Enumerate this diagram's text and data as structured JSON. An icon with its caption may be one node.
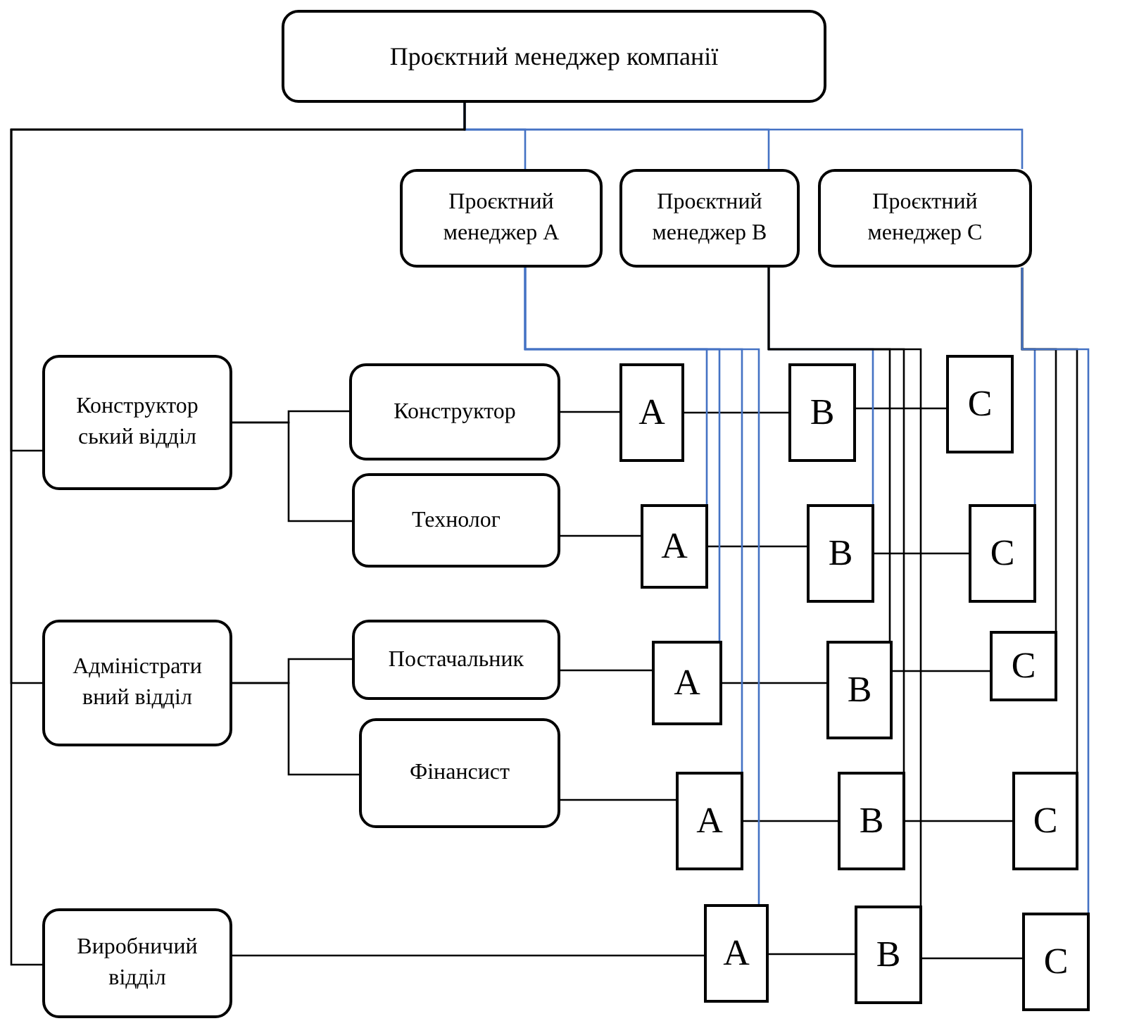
{
  "diagram": {
    "nodes": [
      {
        "text": [
          "Проєктний менеджер компанії"
        ]
      },
      {
        "text": [
          "Проєктний менеджер А"
        ]
      },
      {
        "text": [
          "Проєктний менеджер В"
        ]
      },
      {
        "text": [
          "Проєктний менеджер С"
        ]
      },
      {
        "text": [
          "Конструктор ський відділ"
        ]
      },
      {
        "text": [
          "Конструктор"
        ]
      },
      {
        "text": [
          "Технолог"
        ]
      },
      {
        "text": [
          "Адміністрати вний відділ"
        ]
      },
      {
        "text": [
          "Постачальник"
        ]
      },
      {
        "text": [
          "Фінансист"
        ]
      },
      {
        "text": [
          "Виробничий відділ"
        ]
      },
      {
        "text": [
          "A"
        ]
      },
      {
        "text": [
          "B"
        ]
      },
      {
        "text": [
          "C"
        ]
      },
      {
        "text": [
          "A"
        ]
      },
      {
        "text": [
          "B"
        ]
      },
      {
        "text": [
          "C"
        ]
      },
      {
        "text": [
          "A"
        ]
      },
      {
        "text": [
          "B"
        ]
      },
      {
        "text": [
          "C"
        ]
      },
      {
        "text": [
          "A"
        ]
      },
      {
        "text": [
          "B"
        ]
      },
      {
        "text": [
          "C"
        ]
      },
      {
        "text": [
          "A"
        ]
      },
      {
        "text": [
          "B"
        ]
      },
      {
        "text": [
          "C"
        ]
      }
    ],
    "edges": [
      {
        "from": 0,
        "to": 1,
        "arrow": "none",
        "color": "#4472c4"
      },
      {
        "from": 0,
        "to": 2,
        "arrow": "none",
        "color": "#4472c4"
      },
      {
        "from": 0,
        "to": 3,
        "arrow": "none",
        "color": "#4472c4"
      },
      {
        "from": 0,
        "to": 4,
        "arrow": "none"
      },
      {
        "from": 0,
        "to": 7,
        "arrow": "none"
      },
      {
        "from": 0,
        "to": 10,
        "arrow": "none"
      },
      {
        "from": 4,
        "to": 5,
        "arrow": "none"
      },
      {
        "from": 4,
        "to": 6,
        "arrow": "none"
      },
      {
        "from": 7,
        "to": 8,
        "arrow": "none"
      },
      {
        "from": 7,
        "to": 9,
        "arrow": "none"
      },
      {
        "from": 5,
        "to": 11,
        "arrow": "none"
      },
      {
        "from": 11,
        "to": 12,
        "arrow": "none"
      },
      {
        "from": 12,
        "to": 13,
        "arrow": "none"
      },
      {
        "from": 6,
        "to": 14,
        "arrow": "none"
      },
      {
        "from": 14,
        "to": 15,
        "arrow": "none"
      },
      {
        "from": 15,
        "to": 16,
        "arrow": "none"
      },
      {
        "from": 8,
        "to": 17,
        "arrow": "none"
      },
      {
        "from": 17,
        "to": 18,
        "arrow": "none"
      },
      {
        "from": 18,
        "to": 19,
        "arrow": "none"
      },
      {
        "from": 9,
        "to": 20,
        "arrow": "none"
      },
      {
        "from": 20,
        "to": 21,
        "arrow": "none"
      },
      {
        "from": 21,
        "to": 22,
        "arrow": "none"
      },
      {
        "from": 10,
        "to": 23,
        "arrow": "none"
      },
      {
        "from": 23,
        "to": 24,
        "arrow": "none"
      },
      {
        "from": 24,
        "to": 25,
        "arrow": "none"
      },
      {
        "from": 1,
        "to": 14,
        "arrow": "none",
        "color": "#4472c4"
      },
      {
        "from": 1,
        "to": 17,
        "arrow": "none",
        "color": "#4472c4"
      },
      {
        "from": 1,
        "to": 20,
        "arrow": "none",
        "color": "#4472c4"
      },
      {
        "from": 1,
        "to": 23,
        "arrow": "none",
        "color": "#4472c4"
      },
      {
        "from": 2,
        "to": 15,
        "arrow": "none",
        "color": "#4472c4"
      },
      {
        "from": 2,
        "to": 18,
        "arrow": "none"
      },
      {
        "from": 2,
        "to": 21,
        "arrow": "none"
      },
      {
        "from": 2,
        "to": 24,
        "arrow": "none"
      },
      {
        "from": 3,
        "to": 16,
        "arrow": "none",
        "color": "#4472c4"
      },
      {
        "from": 3,
        "to": 19,
        "arrow": "none"
      },
      {
        "from": 3,
        "to": 22,
        "arrow": "none"
      },
      {
        "from": 3,
        "to": 25,
        "arrow": "none",
        "color": "#4472c4"
      }
    ]
  }
}
